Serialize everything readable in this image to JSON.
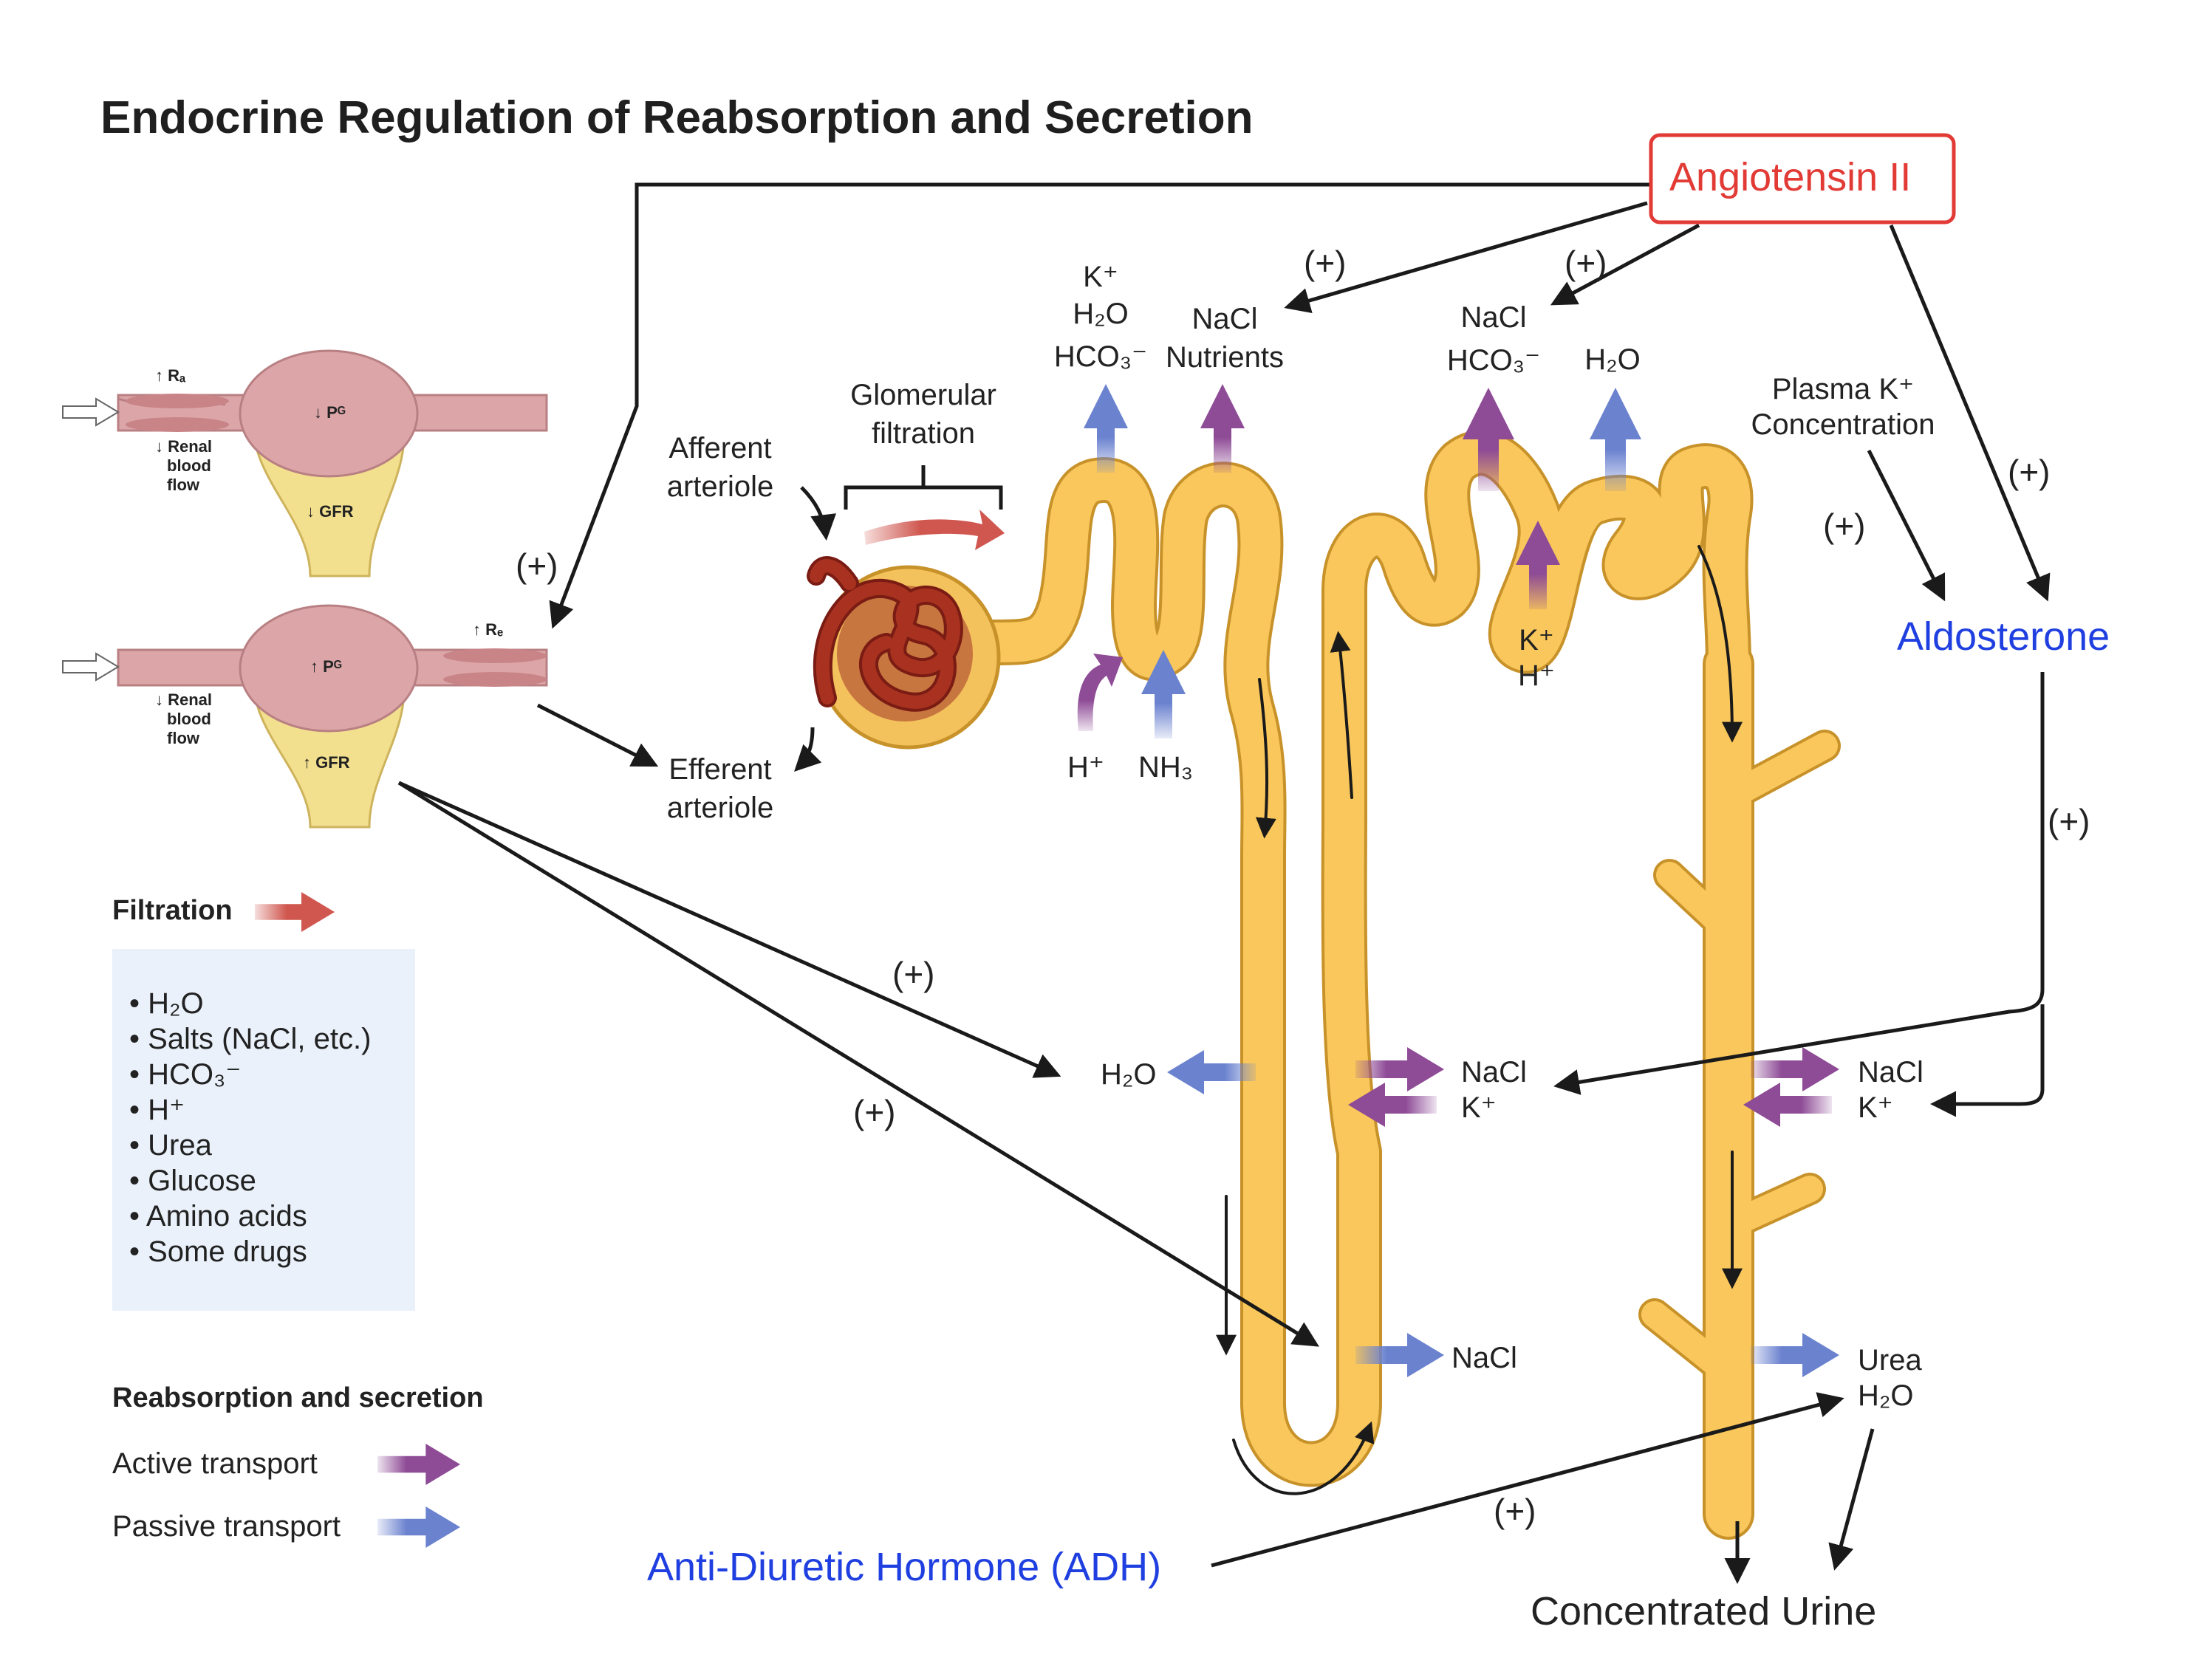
{
  "title": "Endocrine Regulation of  Reabsorption and Secretion",
  "hormones": {
    "angiotensin": "Angiotensin II",
    "aldosterone": "Aldosterone",
    "adh": "Anti-Diuretic Hormone (ADH)"
  },
  "plus_sign": "(+)",
  "plasma_k": [
    "Plasma K⁺",
    "Concentration"
  ],
  "arterioles": {
    "afferent": [
      "Afferent",
      "arteriole"
    ],
    "efferent": [
      "Efferent",
      "arteriole"
    ],
    "glomerular": [
      "Glomerular",
      "filtration"
    ]
  },
  "glomerulus_panels": {
    "top": {
      "ra": "Rₐ",
      "pg": "Pᴳ",
      "flow": [
        "Renal",
        "blood",
        "flow"
      ],
      "gfr": "GFR"
    },
    "bottom": {
      "re": "Rₑ",
      "pg": "Pᴳ",
      "flow": [
        "Renal",
        "blood",
        "flow"
      ],
      "gfr": "GFR"
    }
  },
  "pct_labels": {
    "secreted": [
      "K⁺",
      "H₂O",
      "HCO₃⁻"
    ],
    "reabsorbed": [
      "NaCl",
      "Nutrients"
    ],
    "h": "H⁺",
    "nh3": "NH₃"
  },
  "dct_labels": {
    "reabsorbed": [
      "NaCl",
      "HCO₃⁻"
    ],
    "water": "H₂O",
    "secreted": [
      "K⁺",
      "H⁺"
    ]
  },
  "loop_labels": {
    "water": "H₂O",
    "nacl_thick": [
      "NaCl",
      "K⁺"
    ],
    "nacl_thin": "NaCl"
  },
  "duct_labels": {
    "nacl": [
      "NaCl",
      "K⁺"
    ],
    "urea": [
      "Urea",
      "H₂O"
    ]
  },
  "urine": "Concentrated Urine",
  "legend": {
    "filtration_title": "Filtration",
    "filtrate_items": [
      "H₂O",
      "Salts (NaCl, etc.)",
      "HCO₃⁻",
      "H⁺",
      "Urea",
      "Glucose",
      "Amino acids",
      "Some drugs"
    ],
    "reabsorption_title": "Reabsorption and secretion",
    "active": "Active transport",
    "passive": "Passive transport"
  },
  "colors": {
    "tubule": "#f9c75b",
    "tubule_outline": "#c8922a",
    "active": "#8e4b96",
    "passive": "#6b82cf",
    "filtration": "#d0574f",
    "vessel": "#dca6a9",
    "gfr_bulb": "#f3e08f",
    "legend_box": "#eaf1fb",
    "angiotensin": "#e23a35",
    "hormone_blue": "#1f3fe0"
  }
}
